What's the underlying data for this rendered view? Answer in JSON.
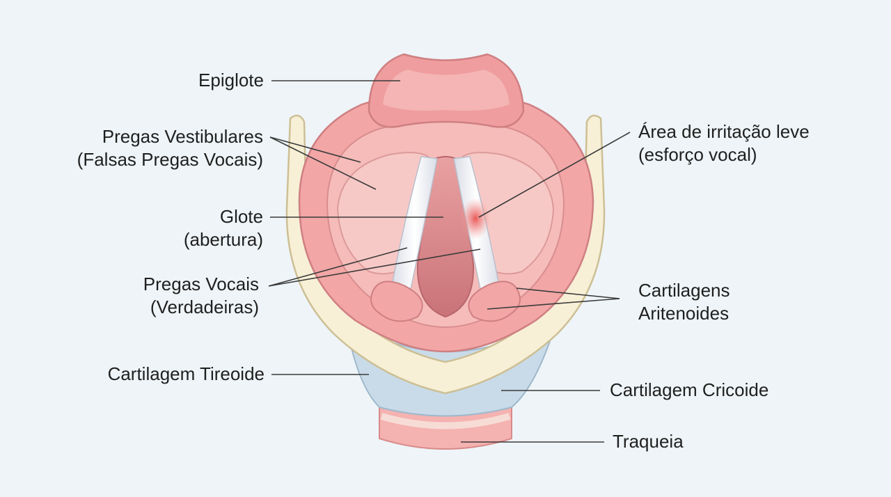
{
  "labels": {
    "epiglote": "Epiglote",
    "pregas_vestibulares": [
      "Pregas Vestibulares",
      "(Falsas Pregas Vocais)"
    ],
    "glote": [
      "Glote",
      "(abertura)"
    ],
    "pregas_vocais": [
      "Pregas Vocais",
      "(Verdadeiras)"
    ],
    "cartilagem_tireoide": "Cartilagem Tireoide",
    "area_irritacao": [
      "Área de irritação leve",
      "(esforço vocal)"
    ],
    "cartilagens_aritenoides": [
      "Cartilagens",
      "Aritenoides"
    ],
    "cartilagem_cricoide": "Cartilagem Cricoide",
    "traqueia": "Traqueia"
  },
  "colors": {
    "background": "#eef4f7",
    "mucosa": "#f2a6a6",
    "mucosa_light": "#f7c7c4",
    "cartilage": "#f7f0d6",
    "cricoid": "#c9dbe8",
    "irritation": "#e8504f",
    "line": "#3a3a3a"
  }
}
